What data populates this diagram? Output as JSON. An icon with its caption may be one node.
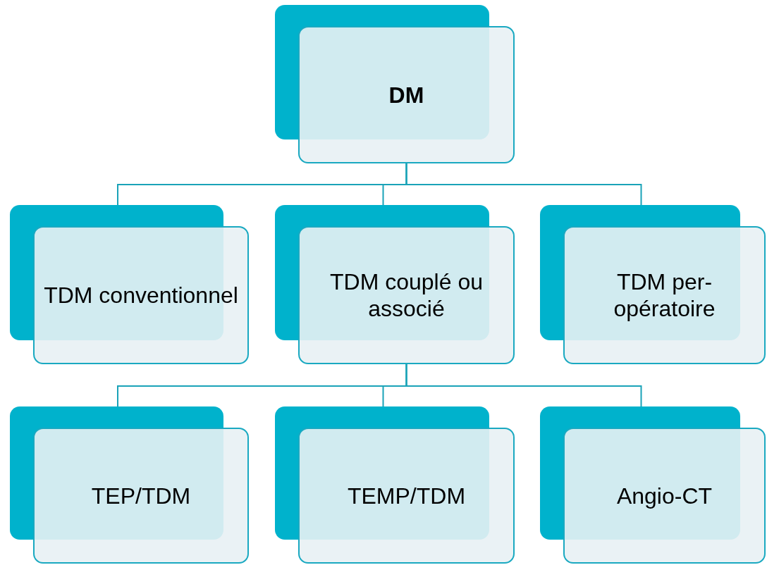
{
  "diagram": {
    "nodes": [
      {
        "text": [
          "DM"
        ]
      },
      {
        "text": [
          "TDM conventionnel"
        ]
      },
      {
        "text": [
          "TDM couplé ou associé"
        ]
      },
      {
        "text": [
          "TDM per-opératoire"
        ]
      },
      {
        "text": [
          "TEP/TDM"
        ]
      },
      {
        "text": [
          "TEMP/TDM"
        ]
      },
      {
        "text": [
          "Angio-CT"
        ]
      }
    ],
    "edges": [
      {
        "from": 0,
        "to": 1,
        "arrow": "none"
      },
      {
        "from": 0,
        "to": 2,
        "arrow": "none"
      },
      {
        "from": 0,
        "to": 3,
        "arrow": "none"
      },
      {
        "from": 2,
        "to": 4,
        "arrow": "none"
      },
      {
        "from": 2,
        "to": 5,
        "arrow": "none"
      },
      {
        "from": 2,
        "to": 6,
        "arrow": "none"
      }
    ]
  }
}
